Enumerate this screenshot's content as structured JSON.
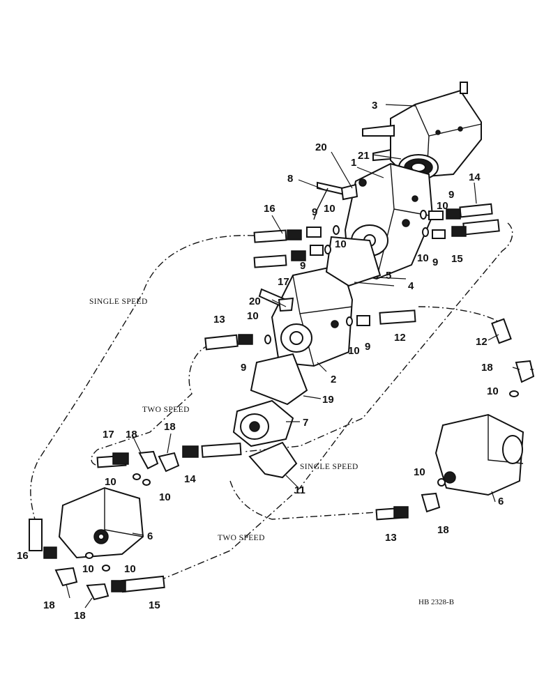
{
  "callouts": {
    "c1": "1",
    "c2": "2",
    "c3": "3",
    "c4": "4",
    "c5": "5",
    "c6a": "6",
    "c6b": "6",
    "c7": "7",
    "c8": "8",
    "c9a": "9",
    "c9b": "9",
    "c9c": "9",
    "c9d": "9",
    "c9e": "9",
    "c10a": "10",
    "c10b": "10",
    "c10c": "10",
    "c10d": "10",
    "c10e": "10",
    "c10f": "10",
    "c10g": "10",
    "c10h": "10",
    "c10i": "10",
    "c10j": "10",
    "c10k": "10",
    "c10l": "10",
    "c11": "11",
    "c12a": "12",
    "c12b": "12",
    "c13a": "13",
    "c13b": "13",
    "c14a": "14",
    "c14b": "14",
    "c15a": "15",
    "c15b": "15",
    "c16a": "16",
    "c16b": "16",
    "c17a": "17",
    "c17b": "17",
    "c18a": "18",
    "c18b": "18",
    "c18c": "18",
    "c18d": "18",
    "c18e": "18",
    "c19": "19",
    "c20a": "20",
    "c20b": "20",
    "c21": "21"
  },
  "captions": {
    "single_speed_left": "SINGLE SPEED",
    "two_speed_upper": "TWO SPEED",
    "single_speed_right": "SINGLE SPEED",
    "two_speed_lower": "TWO SPEED"
  },
  "reference": "HB 2328-B"
}
